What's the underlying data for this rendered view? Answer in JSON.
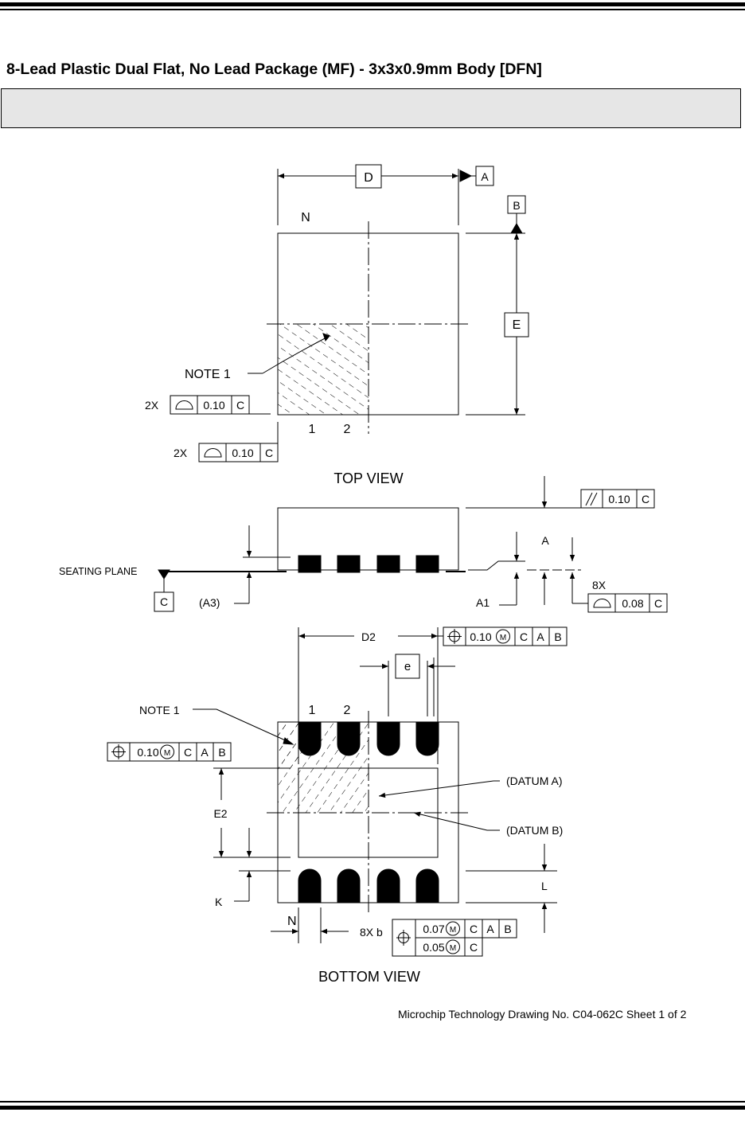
{
  "title": "8-Lead Plastic Dual Flat, No Lead Package (MF) - 3x3x0.9mm Body [DFN]",
  "footer": "Microchip Technology Drawing No. C04-062C Sheet 1 of 2",
  "top_view": {
    "view_label": "TOP VIEW",
    "dim_D": "D",
    "dim_E": "E",
    "datum_A": "A",
    "datum_B": "B",
    "pin_N": "N",
    "note1": "NOTE 1",
    "pin1": "1",
    "pin2": "2",
    "fcf1": {
      "count": "2X",
      "tol": "0.10",
      "datum": "C"
    },
    "fcf2": {
      "count": "2X",
      "tol": "0.10",
      "datum": "C"
    }
  },
  "side_view": {
    "seating_plane": "SEATING PLANE",
    "datum_C": "C",
    "a3": "(A3)",
    "a": "A",
    "a1": "A1",
    "parallel_fcf": {
      "tol": "0.10",
      "datum": "C"
    },
    "coplanar_fcf": {
      "count": "8X",
      "tol": "0.08",
      "datum": "C"
    }
  },
  "bottom_view": {
    "view_label": "BOTTOM VIEW",
    "dim_D2": "D2",
    "dim_E2": "E2",
    "dim_e": "e",
    "dim_K": "K",
    "dim_L": "L",
    "pin_N": "N",
    "note1": "NOTE 1",
    "pin1": "1",
    "pin2": "2",
    "datum_A_label": "(DATUM A)",
    "datum_B_label": "(DATUM B)",
    "pos_fcf_d2": {
      "tol": "0.10",
      "mod": "M",
      "d1": "C",
      "d2": "A",
      "d3": "B"
    },
    "pos_fcf_e2": {
      "tol": "0.10",
      "mod": "M",
      "d1": "C",
      "d2": "A",
      "d3": "B"
    },
    "b_label": "8X b",
    "b_fcf_row1": {
      "tol": "0.07",
      "mod": "M",
      "d1": "C",
      "d2": "A",
      "d3": "B"
    },
    "b_fcf_row2": {
      "tol": "0.05",
      "mod": "M",
      "d1": "C"
    }
  }
}
